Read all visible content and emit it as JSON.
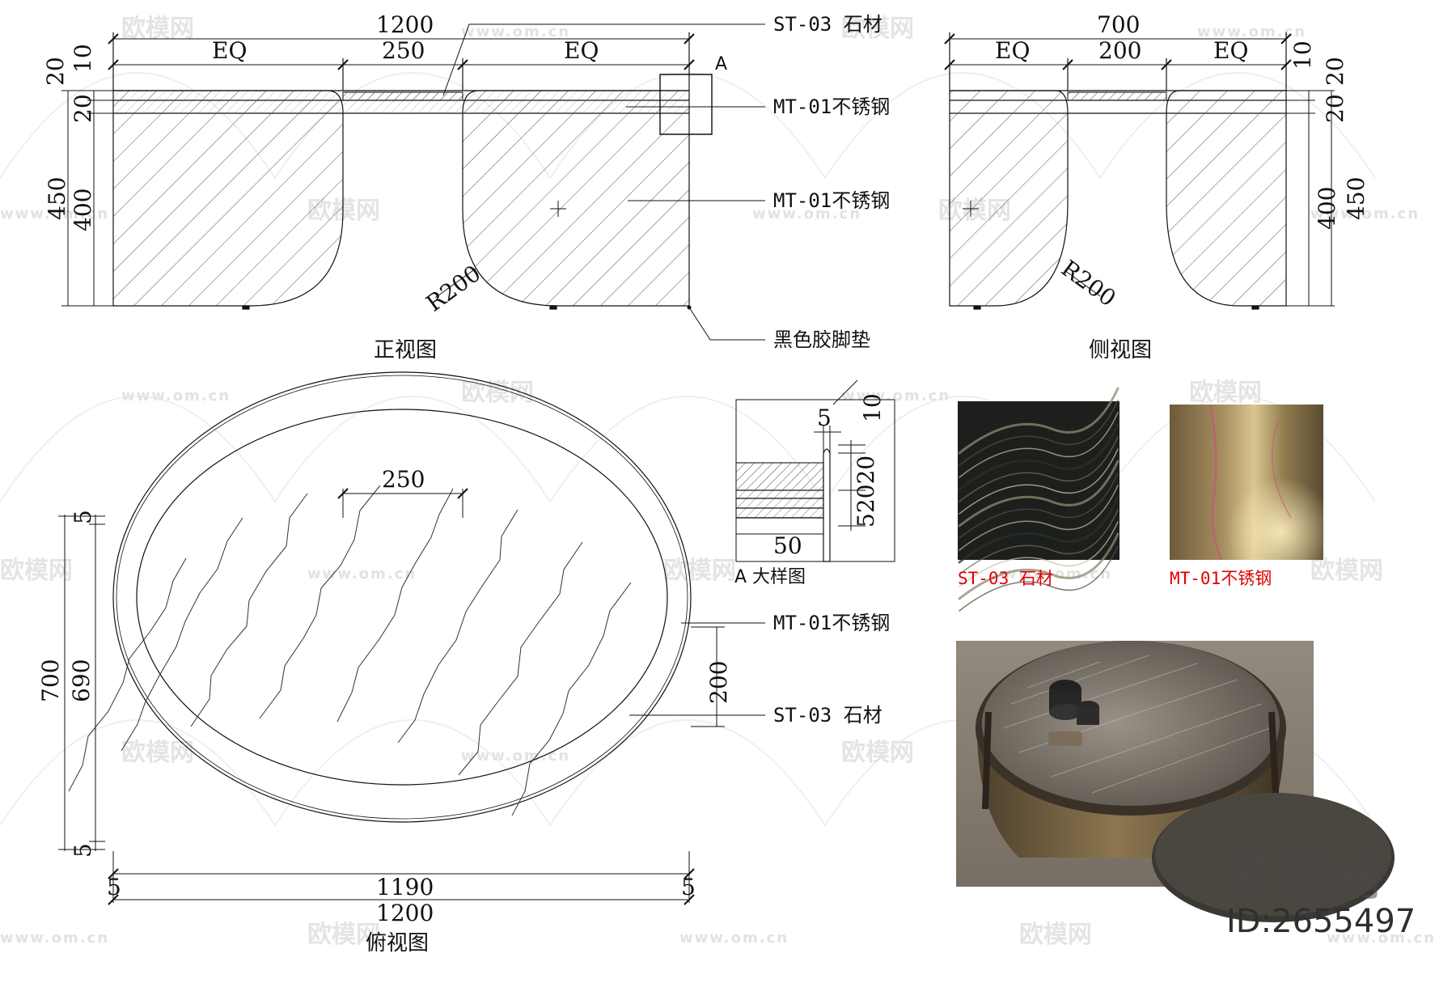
{
  "views": {
    "front_title": "正视图",
    "side_title": "侧视图",
    "top_title": "俯视图",
    "detail_title": "A 大样图",
    "detail_marker": "A"
  },
  "front": {
    "dim_total": "1200",
    "dim_left": "EQ",
    "dim_mid": "250",
    "dim_right": "EQ",
    "dim_top10": "10",
    "dim_top20": "20",
    "dim_20b": "20",
    "dim_450": "450",
    "dim_400": "400",
    "radius": "R200"
  },
  "side": {
    "dim_total": "700",
    "dim_left": "EQ",
    "dim_mid": "200",
    "dim_right": "EQ",
    "dim_10": "10",
    "dim_20": "20",
    "dim_20b": "20",
    "dim_400": "400",
    "dim_450": "450",
    "radius": "R200"
  },
  "top": {
    "dim_250": "250",
    "dim_5a": "5",
    "dim_5b": "5",
    "dim_700": "700",
    "dim_690": "690",
    "dim_200": "200",
    "dim_5c": "5",
    "dim_1190": "1190",
    "dim_5d": "5",
    "dim_1200": "1200"
  },
  "detail": {
    "dim_5": "5",
    "dim_10": "10",
    "dim_stack": "52020",
    "dim_50": "50"
  },
  "callouts": {
    "st03_top": "ST-03 石材",
    "mt01_a": "MT-01不锈钢",
    "mt01_b": "MT-01不锈钢",
    "foot_pad": "黑色胶脚垫",
    "mt01_c": "MT-01不锈钢",
    "st03_b": "ST-03 石材"
  },
  "swatches": {
    "stone_label": "ST-03 石材",
    "steel_label": "MT-01不锈钢"
  },
  "watermark": {
    "brand": "欧模网",
    "url": "www.om.cn",
    "id": "ID:2655497",
    "url_short": "om.cn"
  },
  "colors": {
    "line": "#111111",
    "callout_red": "#e00000",
    "watermark": "#e4e4e4"
  }
}
